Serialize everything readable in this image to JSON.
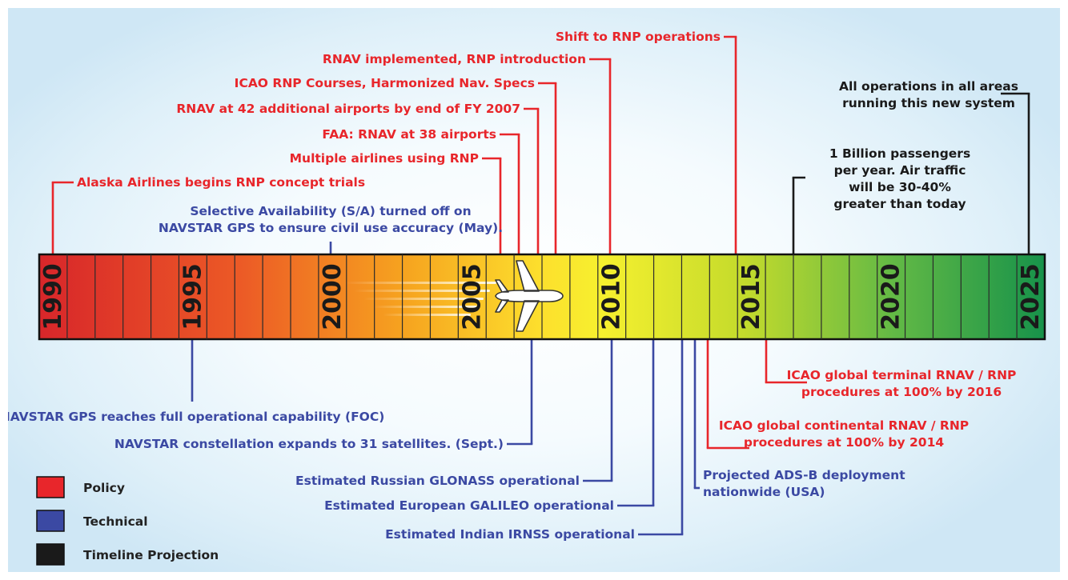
{
  "colors": {
    "policy": "#e8262b",
    "technical": "#3b49a3",
    "projection": "#1a1a1a"
  },
  "timeline": {
    "start_year": 1990,
    "end_year": 2025,
    "year_labels": [
      "1990",
      "1995",
      "2000",
      "2005",
      "2010",
      "2015",
      "2020",
      "2025"
    ],
    "icon": "airplane-icon"
  },
  "events": [
    {
      "text": [
        "Alaska Airlines begins RNP concept trials"
      ],
      "category": "policy",
      "year": 1990
    },
    {
      "text": [
        "Selective Availability (S/A) turned off on",
        "NAVSTAR GPS to ensure civil use accuracy (May)."
      ],
      "category": "technical",
      "year": 2000
    },
    {
      "text": [
        "Multiple airlines using RNP"
      ],
      "category": "policy",
      "year": 2005
    },
    {
      "text": [
        "FAA: RNAV at 38 airports"
      ],
      "category": "policy",
      "year": 2006
    },
    {
      "text": [
        "RNAV at 42 additional airports by end of FY 2007"
      ],
      "category": "policy",
      "year": 2007
    },
    {
      "text": [
        "ICAO RNP Courses, Harmonized Nav. Specs"
      ],
      "category": "policy",
      "year": 2008
    },
    {
      "text": [
        "RNAV implemented, RNP introduction"
      ],
      "category": "policy",
      "year": 2010
    },
    {
      "text": [
        "Shift to RNP operations"
      ],
      "category": "policy",
      "year": 2015
    },
    {
      "text": [
        "1 Billion passengers",
        "per year. Air traffic",
        "will be 30-40%",
        "greater than today"
      ],
      "category": "projection",
      "year": 2017
    },
    {
      "text": [
        "All operations in all areas",
        "running this new system"
      ],
      "category": "projection",
      "year": 2025
    },
    {
      "text": [
        "NAVSTAR GPS reaches full operational capability (FOC)"
      ],
      "category": "technical",
      "year": 1995
    },
    {
      "text": [
        "NAVSTAR constellation expands to 31 satellites. (Sept.)"
      ],
      "category": "technical",
      "year": 2007
    },
    {
      "text": [
        "Estimated Russian GLONASS operational"
      ],
      "category": "technical",
      "year": 2010
    },
    {
      "text": [
        "Estimated European GALILEO operational"
      ],
      "category": "technical",
      "year": 2012
    },
    {
      "text": [
        "Estimated Indian IRNSS operational"
      ],
      "category": "technical",
      "year": 2013
    },
    {
      "text": [
        "Projected ADS-B deployment",
        "nationwide (USA)"
      ],
      "category": "technical",
      "year": 2013
    },
    {
      "text": [
        "ICAO global continental RNAV / RNP",
        "procedures at 100% by 2014"
      ],
      "category": "policy",
      "year": 2014
    },
    {
      "text": [
        "ICAO global terminal RNAV / RNP",
        "procedures at 100% by 2016"
      ],
      "category": "policy",
      "year": 2016
    }
  ],
  "legend": [
    {
      "label": "Policy",
      "color": "#e8262b"
    },
    {
      "label": "Technical",
      "color": "#3b49a3"
    },
    {
      "label": "Timeline Projection",
      "color": "#1a1a1a"
    }
  ]
}
